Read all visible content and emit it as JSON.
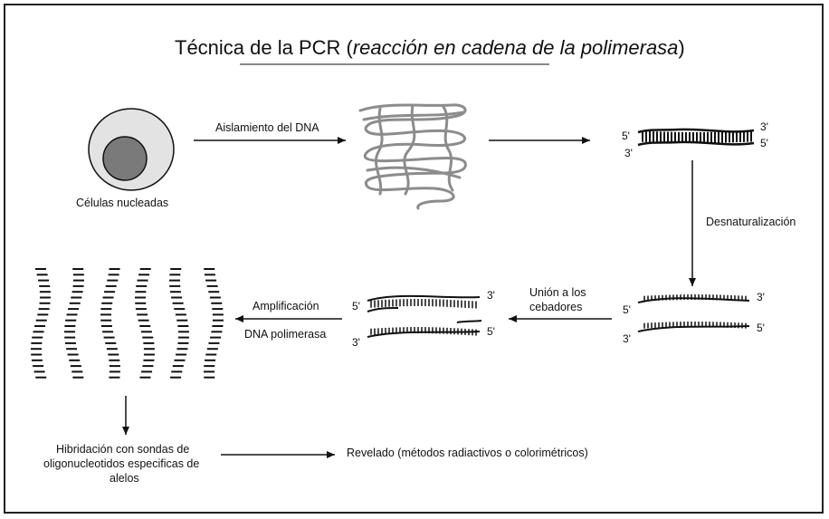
{
  "title": {
    "prefix": "Técnica de la PCR (",
    "italic": "reacción en cadena de la polimerasa",
    "suffix": ")"
  },
  "labels": {
    "cells": "Células nucleadas",
    "isolation": "Aislamiento del DNA",
    "denaturation": "Desnaturalización",
    "primer_line1": "Unión a los",
    "primer_line2": "cebadores",
    "amplification": "Amplificación",
    "polymerase": "DNA polimerasa",
    "hybrid_line1": "Hibridación con sondas de",
    "hybrid_line2": "oligonucleotidos especificas de",
    "hybrid_line3": "alelos",
    "reveal": "Revelado (métodos radiactivos o colorimétricos)"
  },
  "strand_ends": {
    "five": "5'",
    "three": "3'"
  },
  "colors": {
    "cell_outer": "#e3e3e3",
    "cell_nucleus": "#7a7a7a",
    "dna_tangle": "#8c8c8c",
    "ink": "#111111"
  }
}
